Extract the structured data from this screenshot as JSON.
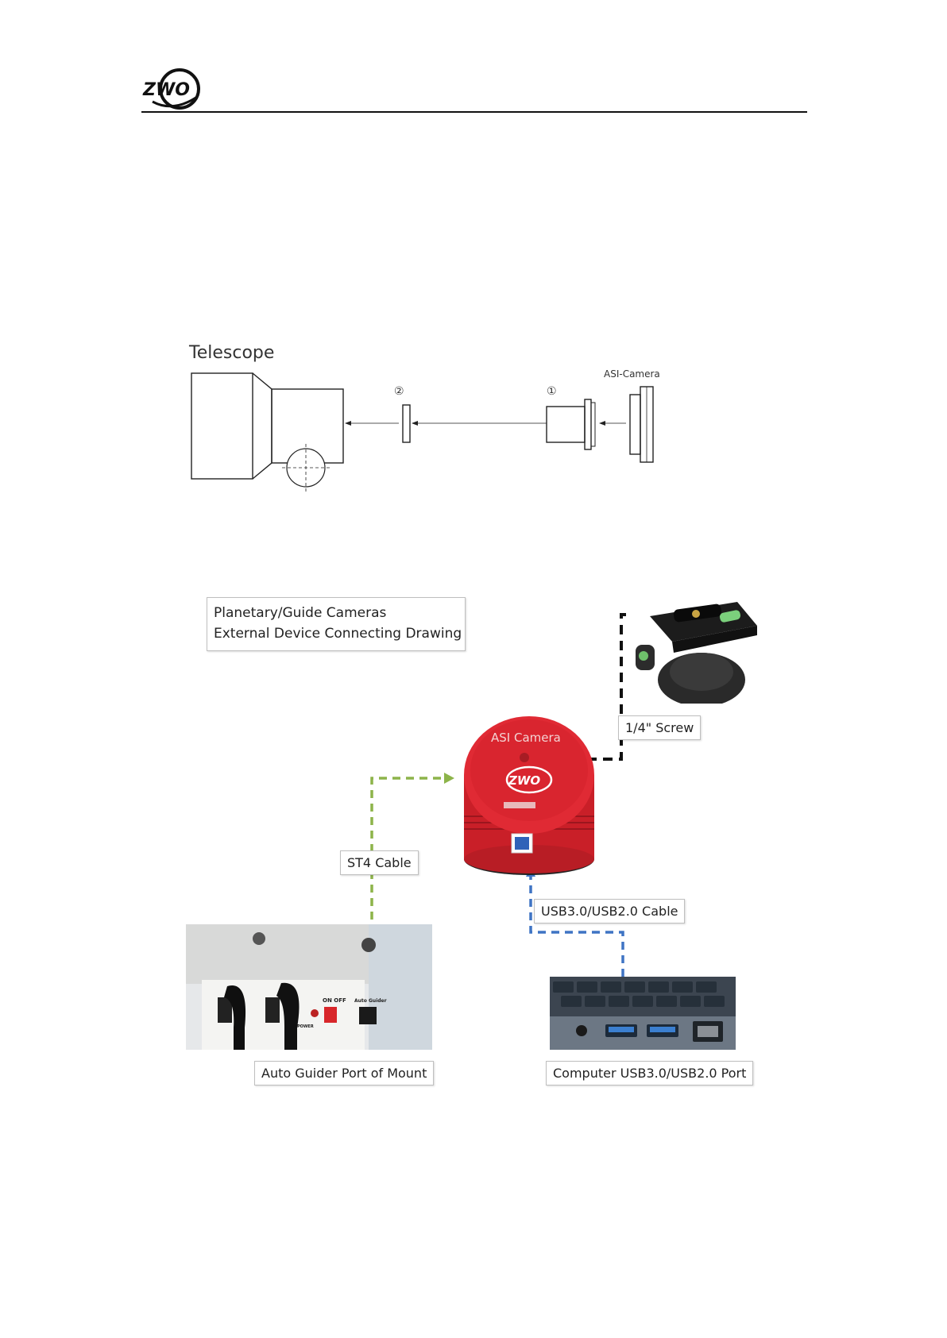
{
  "header": {
    "logo_text": "ZWO"
  },
  "assembly_diagram": {
    "telescope_label": "Telescope",
    "part_2_label": "②",
    "part_1_label": "①",
    "camera_label": "ASI-Camera"
  },
  "connection_diagram": {
    "title_line_1": "Planetary/Guide Cameras",
    "title_line_2": "External Device Connecting Drawing",
    "screw_label": "1/4\" Screw",
    "st4_label": "ST4 Cable",
    "usb_label": "USB3.0/USB2.0 Cable",
    "guider_port_label": "Auto Guider Port of Mount",
    "computer_port_label": "Computer USB3.0/USB2.0 Port",
    "camera_text": "ASI Camera",
    "camera_logo": "ZWO",
    "mount_labels": {
      "on_off": "ON  OFF",
      "auto_guider": "Auto Guider",
      "power": "POWER"
    },
    "colors": {
      "st4_cable": "#8db44a",
      "usb_cable": "#3f74c4",
      "screw_line": "#111111",
      "camera_red": "#d9252f"
    }
  }
}
